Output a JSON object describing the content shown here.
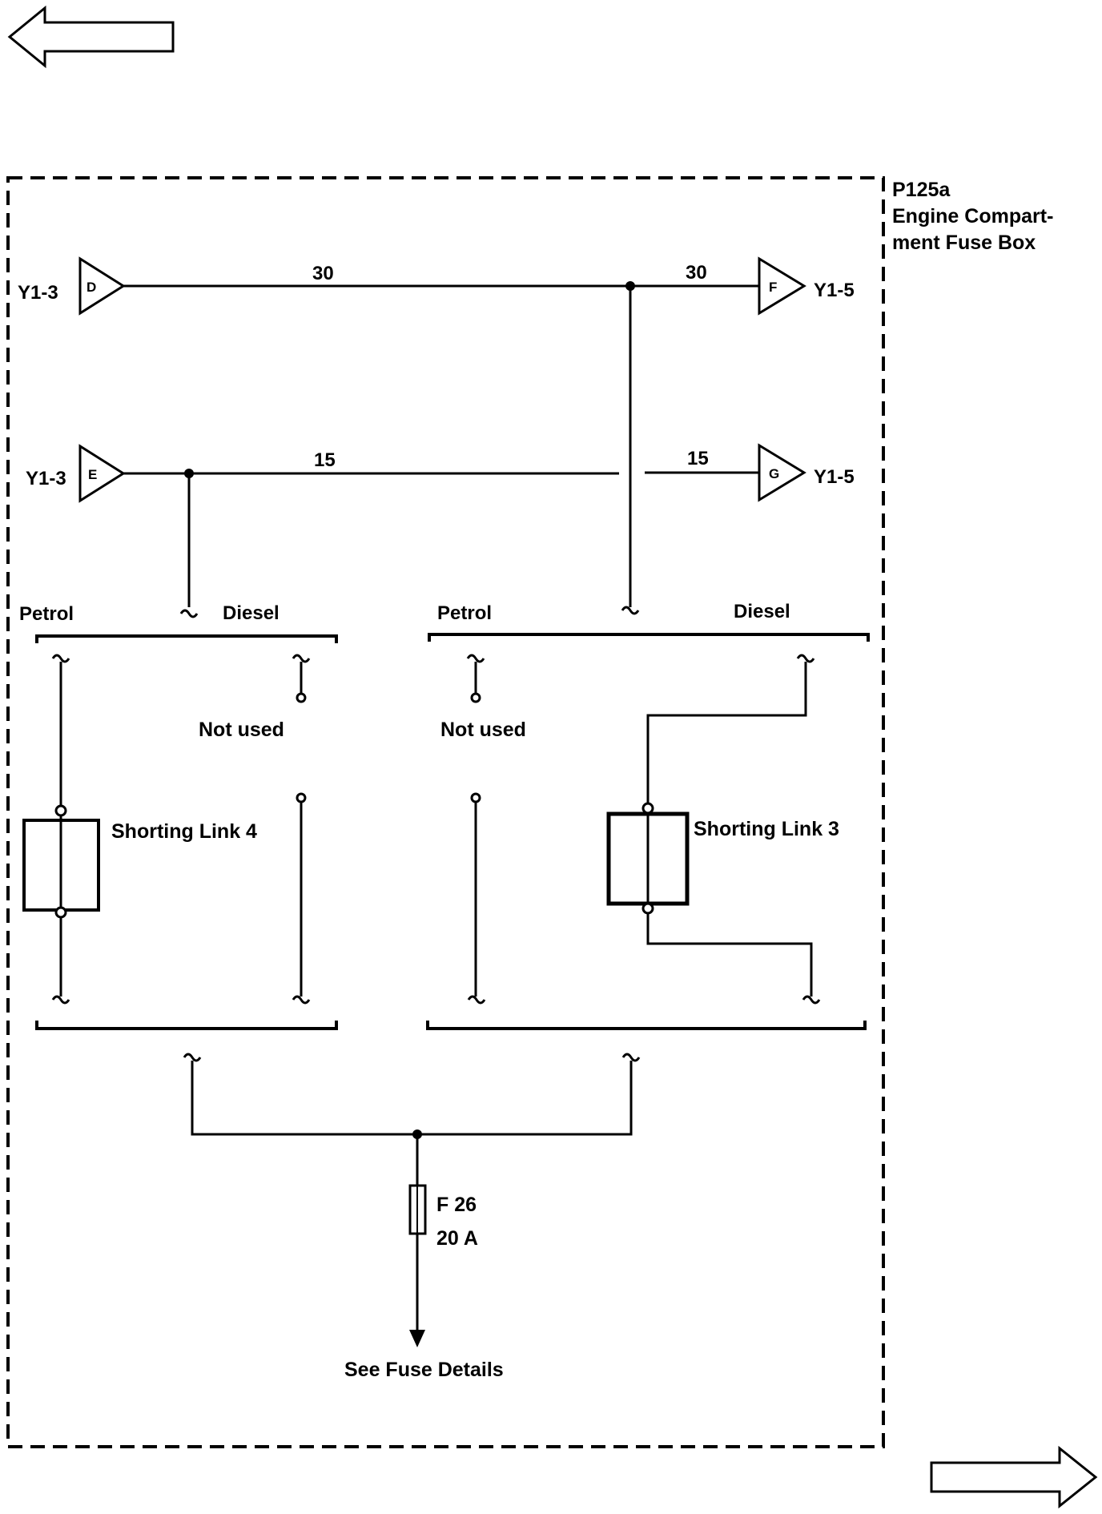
{
  "navigation": {
    "back_arrow": "arrow-left",
    "forward_arrow": "arrow-right"
  },
  "fuse_box": {
    "id": "P125a",
    "name_line1": "Engine Compart-",
    "name_line2": "ment Fuse Box"
  },
  "connectors": [
    {
      "label": "Y1-3",
      "pin": "D"
    },
    {
      "label": "Y1-3",
      "pin": "E"
    },
    {
      "label": "Y1-5",
      "pin": "F"
    },
    {
      "label": "Y1-5",
      "pin": "G"
    }
  ],
  "wires": {
    "top_left": "30",
    "top_right": "30",
    "mid_left": "15",
    "mid_right": "15"
  },
  "selectors": {
    "left_petrol": "Petrol",
    "left_diesel": "Diesel",
    "right_petrol": "Petrol",
    "right_diesel": "Diesel"
  },
  "not_used_left": "Not used",
  "not_used_right": "Not used",
  "link4": "Shorting Link 4",
  "link3": "Shorting Link 3",
  "fuse": {
    "name": "F 26",
    "rating": "20 A"
  },
  "see_details": "See Fuse Details"
}
